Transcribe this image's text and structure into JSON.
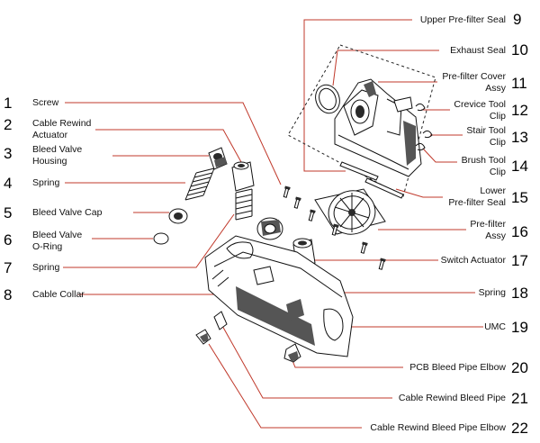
{
  "parts": [
    {
      "num": "1",
      "name": "Screw",
      "side": "left"
    },
    {
      "num": "2",
      "name": "Cable Rewind",
      "name2": "Actuator",
      "side": "left"
    },
    {
      "num": "3",
      "name": "Bleed Valve",
      "name2": "Housing",
      "side": "left"
    },
    {
      "num": "4",
      "name": "Spring",
      "side": "left"
    },
    {
      "num": "5",
      "name": "Bleed Valve Cap",
      "side": "left"
    },
    {
      "num": "6",
      "name": "Bleed Valve",
      "name2": "O-Ring",
      "side": "left"
    },
    {
      "num": "7",
      "name": "Spring",
      "side": "left"
    },
    {
      "num": "8",
      "name": "Cable Collar",
      "side": "left"
    },
    {
      "num": "9",
      "name": "Upper Pre-filter Seal",
      "side": "right"
    },
    {
      "num": "10",
      "name": "Exhaust Seal",
      "side": "right"
    },
    {
      "num": "11",
      "name": "Pre-filter Cover",
      "name2": "Assy",
      "side": "right"
    },
    {
      "num": "12",
      "name": "Crevice Tool",
      "name2": "Clip",
      "side": "right"
    },
    {
      "num": "13",
      "name": "Stair Tool",
      "name2": "Clip",
      "side": "right"
    },
    {
      "num": "14",
      "name": "Brush Tool",
      "name2": "Clip",
      "side": "right"
    },
    {
      "num": "15",
      "name": "Lower",
      "name2": "Pre-filter Seal",
      "side": "right"
    },
    {
      "num": "16",
      "name": "Pre-filter",
      "name2": "Assy",
      "side": "right"
    },
    {
      "num": "17",
      "name": "Switch Actuator",
      "side": "right"
    },
    {
      "num": "18",
      "name": "Spring",
      "side": "right"
    },
    {
      "num": "19",
      "name": "UMC",
      "side": "right"
    },
    {
      "num": "20",
      "name": "PCB Bleed Pipe Elbow",
      "side": "right"
    },
    {
      "num": "21",
      "name": "Cable Rewind Bleed Pipe",
      "side": "right"
    },
    {
      "num": "22",
      "name": "Cable Rewind Bleed Pipe Elbow",
      "side": "right"
    }
  ],
  "colors": {
    "leader": "#c0392b",
    "line": "#111111",
    "text": "#111111"
  }
}
